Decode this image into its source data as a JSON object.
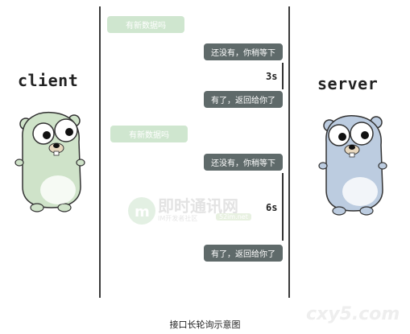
{
  "left": {
    "label": "client",
    "color": "#cfe3c9"
  },
  "right": {
    "label": "server",
    "color": "#bccce0"
  },
  "messages": {
    "m1": "有新数据吗",
    "m2": "还没有，你稍等下",
    "m3": "有了，返回给你了",
    "m4": "有新数据吗",
    "m5": "还没有，你稍等下",
    "m6": "有了，返回给你了"
  },
  "waits": {
    "w1": "3s",
    "w2": "6s"
  },
  "caption": "接口长轮询示意图",
  "watermark": {
    "brand": "即时通讯网",
    "sub": "IM开发者社区",
    "tag": "52im.net",
    "site": "cxy5.com"
  },
  "colors": {
    "request": "#cfe6cf",
    "response": "#5f6a6a",
    "line": "#3a3a3a"
  }
}
